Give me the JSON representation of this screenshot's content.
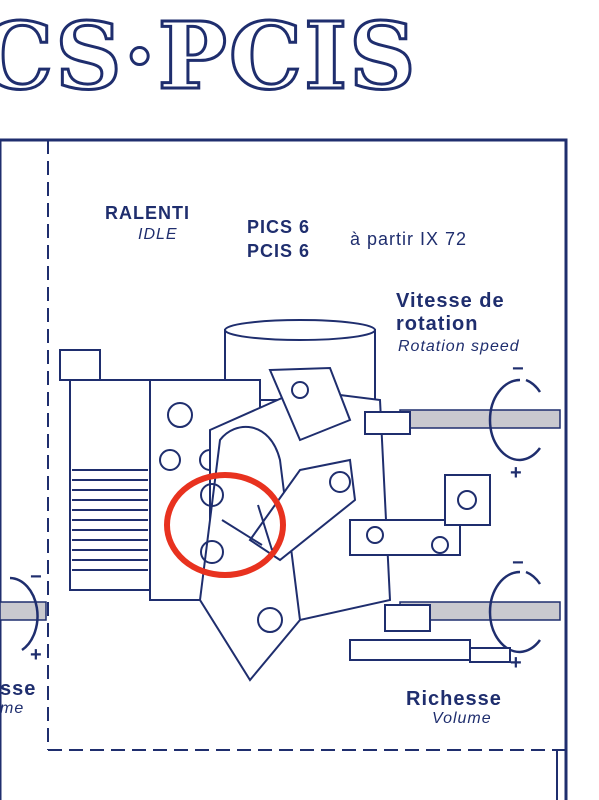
{
  "header": {
    "title": "CS·PCIS"
  },
  "labels": {
    "idle_fr": "RALENTI",
    "idle_en": "IDLE",
    "model_1": "PICS 6",
    "model_2": "PCIS 6",
    "from": "à partir IX 72",
    "speed_fr_1": "Vitesse de",
    "speed_fr_2": "rotation",
    "speed_en": "Rotation speed",
    "rich_fr": "Richesse",
    "rich_en": "Volume",
    "left_fr": "sse",
    "left_en": "me",
    "minus": "−",
    "plus": "+"
  },
  "colors": {
    "ink": "#1f2e6e",
    "highlight": "#e8321f",
    "shaft": "#c9c9cf"
  }
}
